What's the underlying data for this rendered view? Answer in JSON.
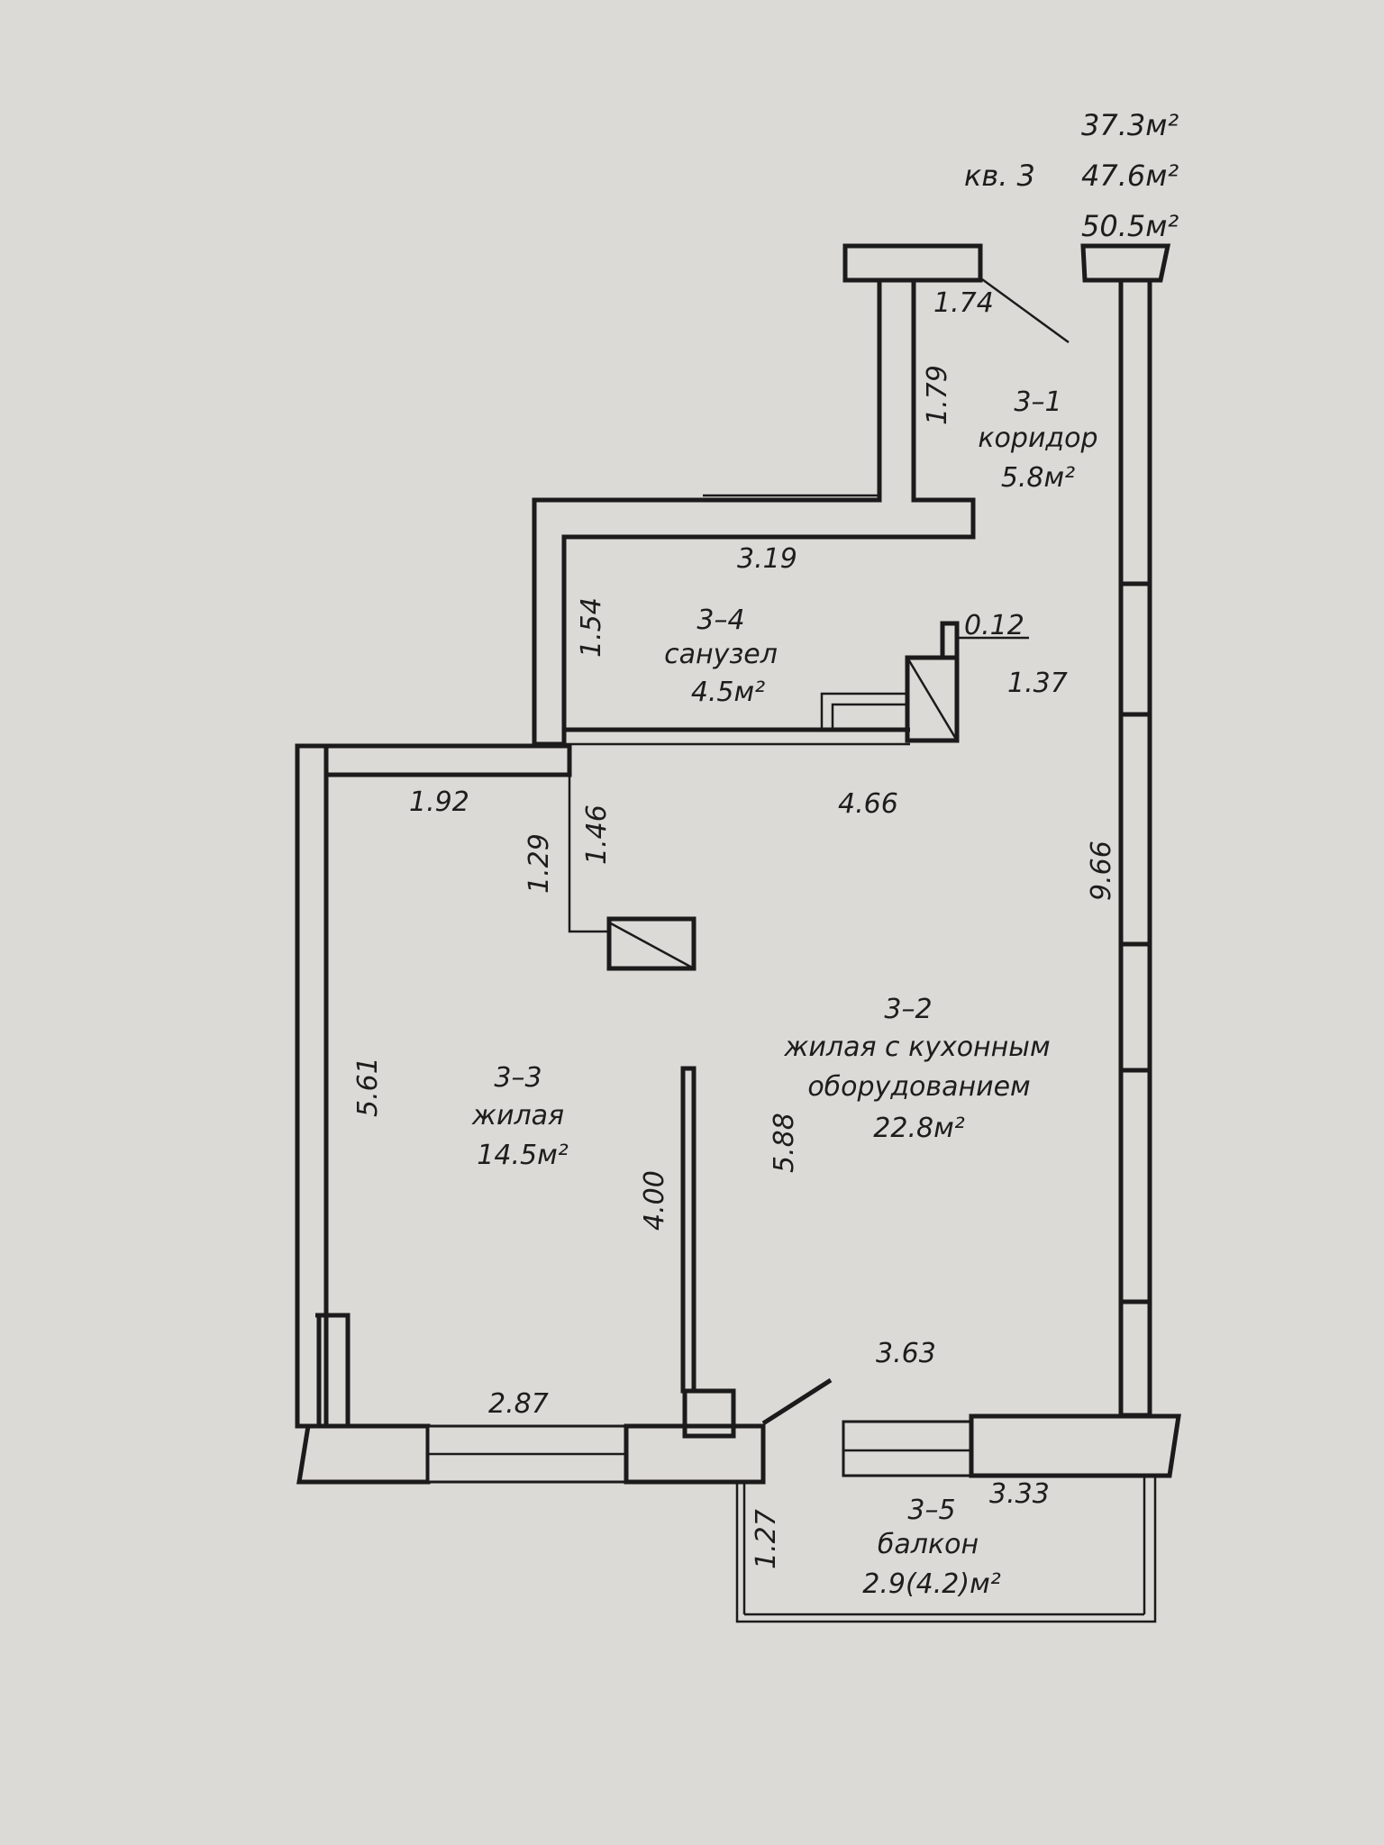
{
  "header": {
    "apartment": "кв. 3",
    "area_living": "37.3м²",
    "area_total": "47.6м²",
    "area_with_balcony": "50.5м²"
  },
  "rooms": [
    {
      "id": "3–1",
      "name": "коридор",
      "area": "5.8м²"
    },
    {
      "id": "3–4",
      "name": "санузел",
      "area": "4.5м²"
    },
    {
      "id": "3–2",
      "name_line1": "жилая с кухонным",
      "name_line2": "оборудованием",
      "area": "22.8м²"
    },
    {
      "id": "3–3",
      "name": "жилая",
      "area": "14.5м²"
    },
    {
      "id": "3–5",
      "name": "балкон",
      "area": "2.9(4.2)м²"
    }
  ],
  "dimensions": {
    "d_1_74": "1.74",
    "d_1_79": "1.79",
    "d_3_19": "3.19",
    "d_1_54": "1.54",
    "d_0_12": "0.12",
    "d_1_37": "1.37",
    "d_1_92": "1.92",
    "d_4_66": "4.66",
    "d_1_29": "1.29",
    "d_1_46": "1.46",
    "d_9_66": "9.66",
    "d_5_61": "5.61",
    "d_4_00": "4.00",
    "d_5_88": "5.88",
    "d_3_63": "3.63",
    "d_2_87": "2.87",
    "d_3_33": "3.33",
    "d_1_27": "1.27"
  },
  "colors": {
    "paper": "#dcdad6",
    "ink": "#1b1b1b"
  }
}
